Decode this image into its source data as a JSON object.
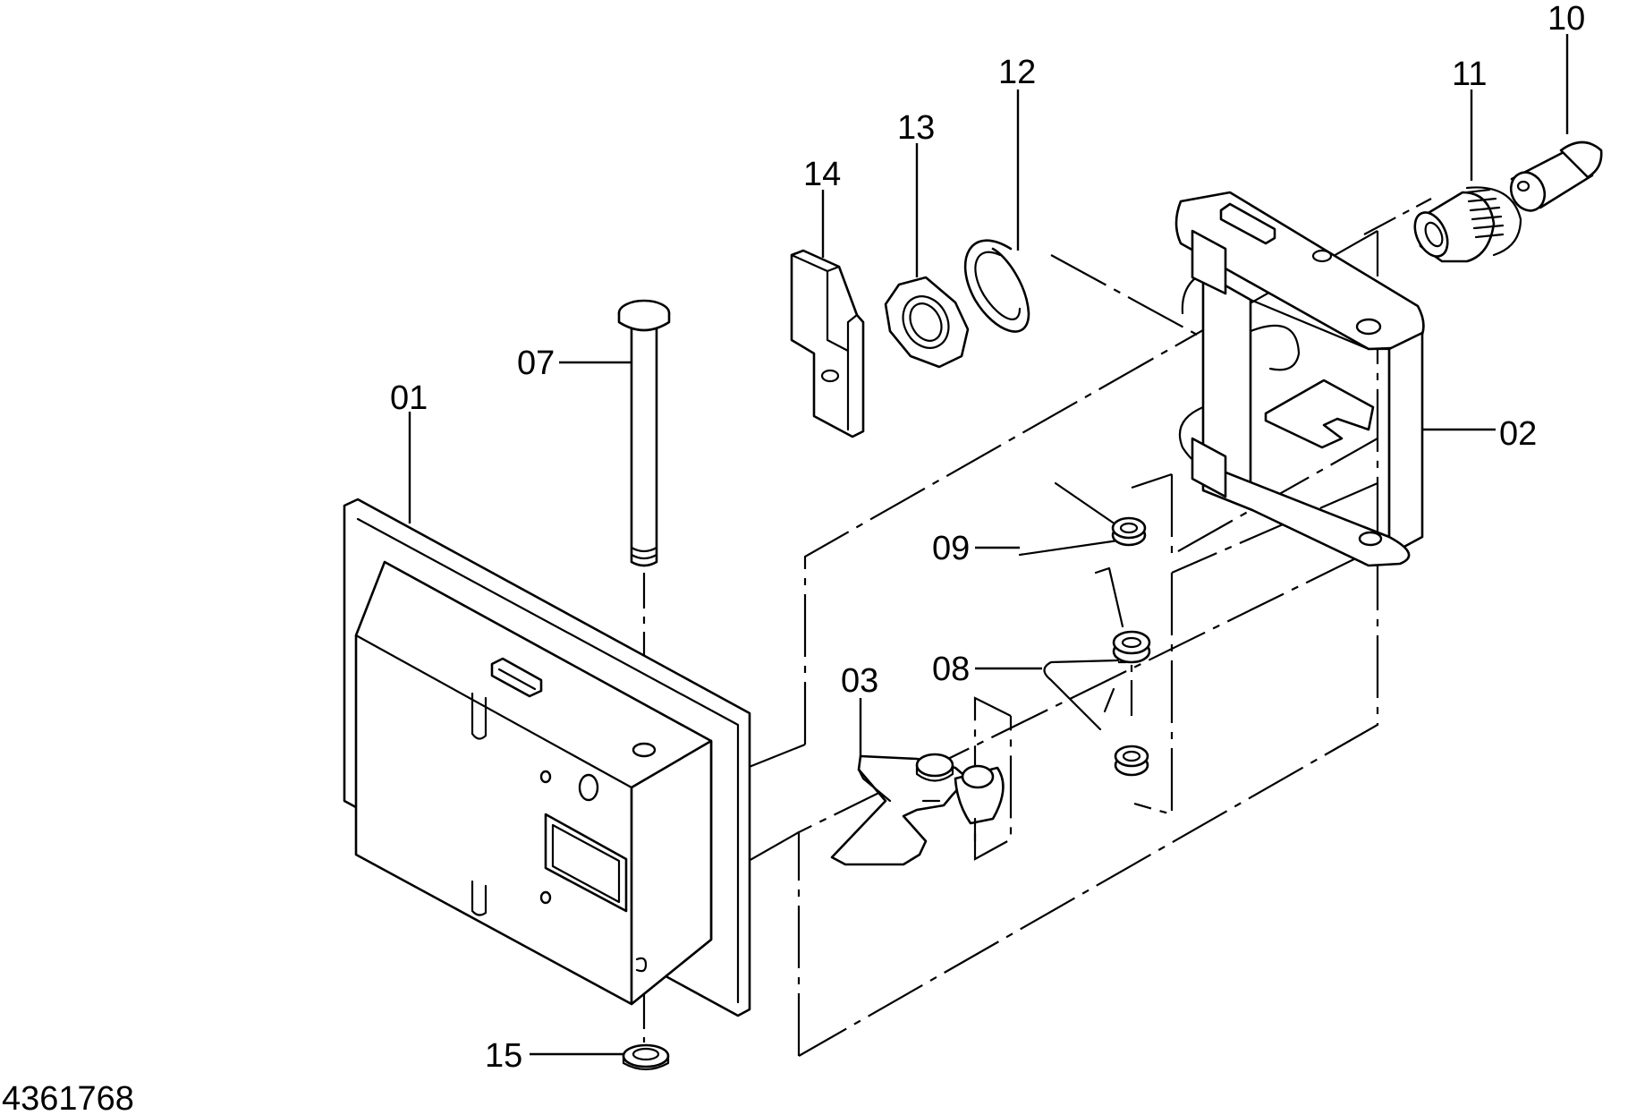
{
  "drawing_number": "4361768",
  "callouts": [
    {
      "id": "01",
      "text": "01"
    },
    {
      "id": "02",
      "text": "02"
    },
    {
      "id": "03",
      "text": "03"
    },
    {
      "id": "07",
      "text": "07"
    },
    {
      "id": "08",
      "text": "08"
    },
    {
      "id": "09",
      "text": "09"
    },
    {
      "id": "10",
      "text": "10"
    },
    {
      "id": "11",
      "text": "11"
    },
    {
      "id": "12",
      "text": "12"
    },
    {
      "id": "13",
      "text": "13"
    },
    {
      "id": "14",
      "text": "14"
    },
    {
      "id": "15",
      "text": "15"
    }
  ]
}
